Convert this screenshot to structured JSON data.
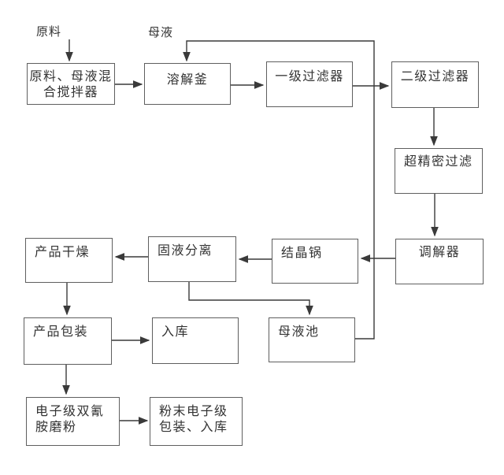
{
  "diagram": {
    "type": "flowchart",
    "background": "#ffffff",
    "line_color": "#3a3a3a",
    "box_border_color": "#5f5f5f",
    "text_color": "#333333",
    "float_labels": {
      "raw_material": "原料",
      "mother_liquor": "母液"
    },
    "nodes": {
      "mixer": {
        "label": "原料、母液混\n合搅拌器"
      },
      "dissolver": {
        "label": "溶解釜"
      },
      "filter1": {
        "label": "一级过滤器"
      },
      "filter2": {
        "label": "二级过滤器"
      },
      "ultra_filter": {
        "label": "超精密过滤"
      },
      "regulator": {
        "label": "调解器"
      },
      "crystallizer": {
        "label": "结晶锅"
      },
      "separator": {
        "label": "固液分离"
      },
      "dryer": {
        "label": "产品干燥"
      },
      "packer": {
        "label": "产品包装"
      },
      "warehouse": {
        "label": "入库"
      },
      "pool": {
        "label": "母液池"
      },
      "grinder": {
        "label": "电子级双氰\n胺磨粉"
      },
      "powder_pack": {
        "label": "粉末电子级\n包装、入库"
      }
    },
    "edges": [
      {
        "from": "raw_material",
        "to": "mixer"
      },
      {
        "from": "mixer",
        "to": "dissolver"
      },
      {
        "from": "dissolver",
        "to": "filter1"
      },
      {
        "from": "filter1",
        "to": "filter2"
      },
      {
        "from": "filter2",
        "to": "ultra_filter"
      },
      {
        "from": "ultra_filter",
        "to": "regulator"
      },
      {
        "from": "regulator",
        "to": "crystallizer"
      },
      {
        "from": "crystallizer",
        "to": "separator"
      },
      {
        "from": "separator",
        "to": "dryer"
      },
      {
        "from": "separator",
        "to": "pool"
      },
      {
        "from": "pool",
        "to": "dissolver",
        "via_label": "母液"
      },
      {
        "from": "dryer",
        "to": "packer"
      },
      {
        "from": "packer",
        "to": "warehouse"
      },
      {
        "from": "packer",
        "to": "grinder"
      },
      {
        "from": "grinder",
        "to": "powder_pack"
      }
    ]
  }
}
